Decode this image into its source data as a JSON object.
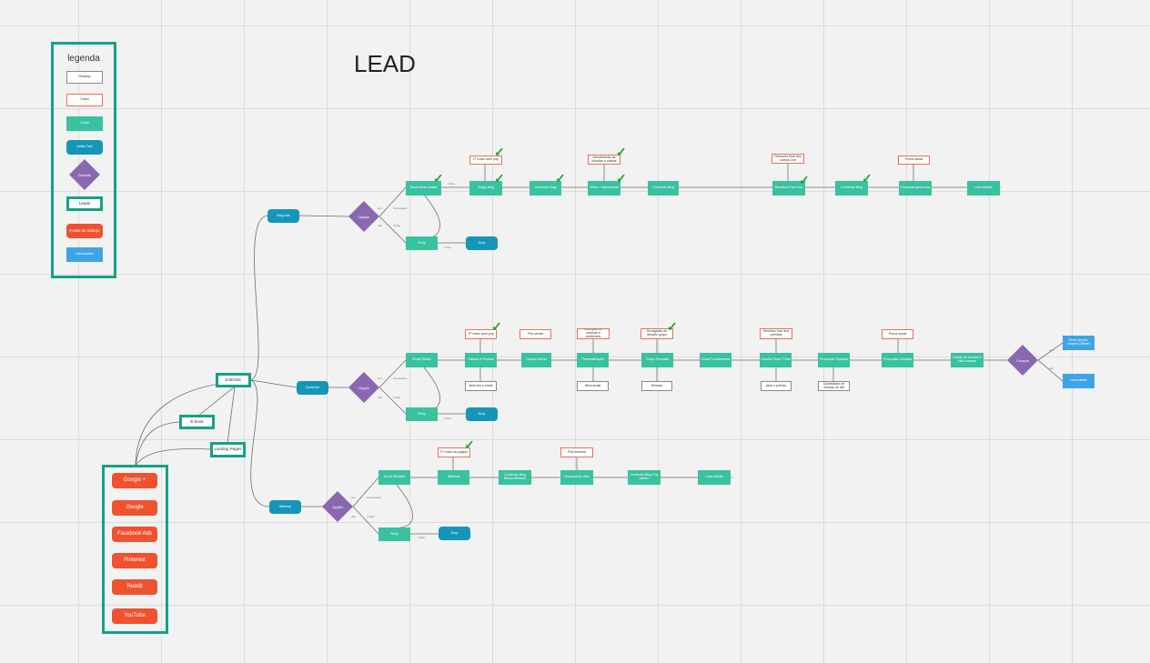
{
  "title": "LEAD",
  "legend": {
    "title": "legenda",
    "items": [
      "Despejo",
      "Vídeo",
      "Email",
      "Mídia Paid",
      "Decisão",
      "Leads",
      "Fonte de tráfego",
      "Automações"
    ]
  },
  "sources": [
    "Google +",
    "Google",
    "Facebook Ads",
    "Pinterest",
    "Reddit",
    "YouTube"
  ],
  "entries": [
    "E-BOOK",
    "E-book",
    "Landing Pages"
  ],
  "branches": {
    "top": {
      "start": "Blog Ads",
      "decision": "Opção",
      "yes_edge": "sim",
      "no_edge": "não",
      "edge_bom": "interessado",
      "edge_nao": "3 dias",
      "flow": [
        "Email Boas-vindas",
        "Artigo blog",
        "Conteúdo Blog",
        "Vídeo + depoimento",
        "Conteúdo Blog",
        "Benefício Tour Live",
        "Conteúdo Blog",
        "Chamada para curso",
        "Loss Infinite"
      ],
      "flow_edge": "3 dias",
      "notes": [
        "1ª Vídeo sem pop",
        "Atendimento de dúvidas e vídeos",
        "Desconto final dos cursos Live",
        "Prova social"
      ],
      "ret": "Retry",
      "ret_ok": "Drop",
      "ret_edge": "3 dias"
    },
    "mid": {
      "start": "Conteúdo",
      "decision": "Opção",
      "yes_edge": "sim",
      "no_edge": "não",
      "edge_bom": "interessado",
      "edge_nao": "3 dias",
      "flow": [
        "Email Mídias",
        "História e Produto",
        "Dúvida Oferta",
        "Personalização",
        "Grupo Fechado",
        "Dicas Fundamentos",
        "Desafio Final 7 Dias",
        "Promoção Especial",
        "Promoção Limitada",
        "Dados de Vendas e Não compra"
      ],
      "notes": [
        "1ª Vídeo sem pop",
        "Pós venda",
        "Inscrição do webinar e conteúdos",
        "Divulgação do desafio grupo",
        "Sessões Live dos prêmios",
        "Prova social"
      ],
      "subs": [
        "Nem leu o email",
        "Abra email",
        "Revisar",
        "Abre o prêmio",
        "Quantidade de vendas do dia"
      ],
      "decision2": "Compra",
      "d2_yes": "sim",
      "d2_no": "não",
      "outcome_yes": "Envio de pós-compra Clientes",
      "outcome_no": "Loss Infinite",
      "ret": "Retry",
      "ret_ok": "Drop",
      "ret_edge": "3 dias"
    },
    "bot": {
      "start": "Webinar",
      "decision": "Opção",
      "yes_edge": "sim",
      "no_edge": "não",
      "edge_bom": "interessado",
      "edge_nao": "3 dias",
      "flow": [
        "Email Webinar",
        "Webinar",
        "Conteúdo Blog Bônus Webinar",
        "Depoimento Hub",
        "Conteúdo Blog Pós evento",
        "Loss Infinite"
      ],
      "notes": [
        "1ª Vídeo do página",
        "Pós webinar"
      ],
      "ret": "Retry",
      "ret_ok": "Drop",
      "ret_edge": "3 dias"
    }
  },
  "colors": {
    "email": "#38c2a0",
    "paid": "#1596b9",
    "source": "#f0512f",
    "decision": "#8a68b0",
    "frame": "#15a187",
    "check": "#1aa72b"
  }
}
